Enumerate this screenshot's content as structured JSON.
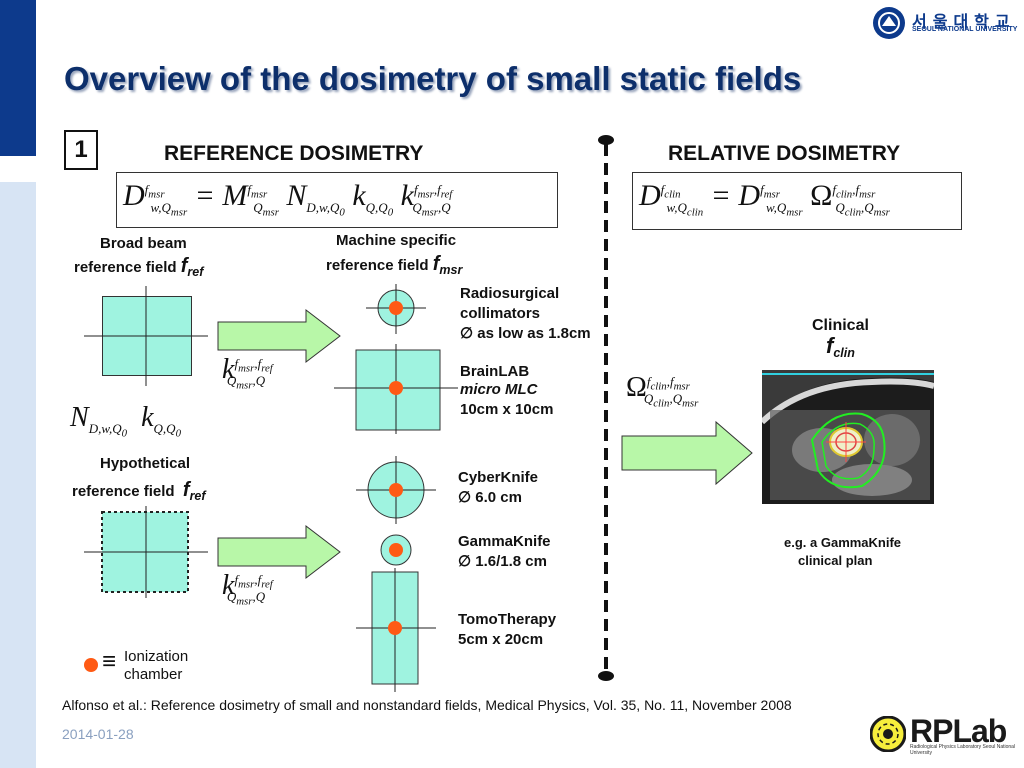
{
  "header": {
    "title": "Overview of the dosimetry of small static fields",
    "university_ko": "서울대학교",
    "university_en": "SEOUL NATIONAL UNIVERSITY"
  },
  "figure": {
    "panel_number": "1",
    "reference_title": "REFERENCE DOSIMETRY",
    "relative_title": "RELATIVE DOSIMETRY",
    "broad_beam_line1": "Broad beam",
    "broad_beam_line2": "reference field",
    "f_ref_symbol": "f",
    "ref_sub": "ref",
    "machine_line1": "Machine specific",
    "machine_line2": "reference field",
    "msr_sub": "msr",
    "radiosurgical_line1": "Radiosurgical",
    "radiosurgical_line2": "collimators",
    "radiosurgical_line3": "∅ as low as 1.8cm",
    "brainlab_line1": "BrainLAB",
    "brainlab_line2": "micro MLC",
    "brainlab_line3": "10cm x 10cm",
    "hypothetical_line1": "Hypothetical",
    "hypothetical_line2": "reference field",
    "cyberknife_line1": "CyberKnife",
    "cyberknife_line2": "∅ 6.0 cm",
    "gammaknife_line1": "GammaKnife",
    "gammaknife_line2": "∅ 1.6/1.8 cm",
    "tomo_line1": "TomoTherapy",
    "tomo_line2": "5cm x 20cm",
    "legend_eq": "≡",
    "legend_line1": "Ionization",
    "legend_line2": "chamber",
    "clinical_line1": "Clinical",
    "clinical_f": "f",
    "clinical_sub": "clin",
    "example_line1": "e.g. a GammaKnife",
    "example_line2": "clinical plan"
  },
  "footer": {
    "citation": "Alfonso et al.: Reference dosimetry of small and nonstandard fields, Medical Physics, Vol. 35, No. 11, November 2008",
    "date": "2014-01-28",
    "lab_logo": "RPLab",
    "lab_sub": "Radiological Physics Laboratory Seoul National University"
  }
}
